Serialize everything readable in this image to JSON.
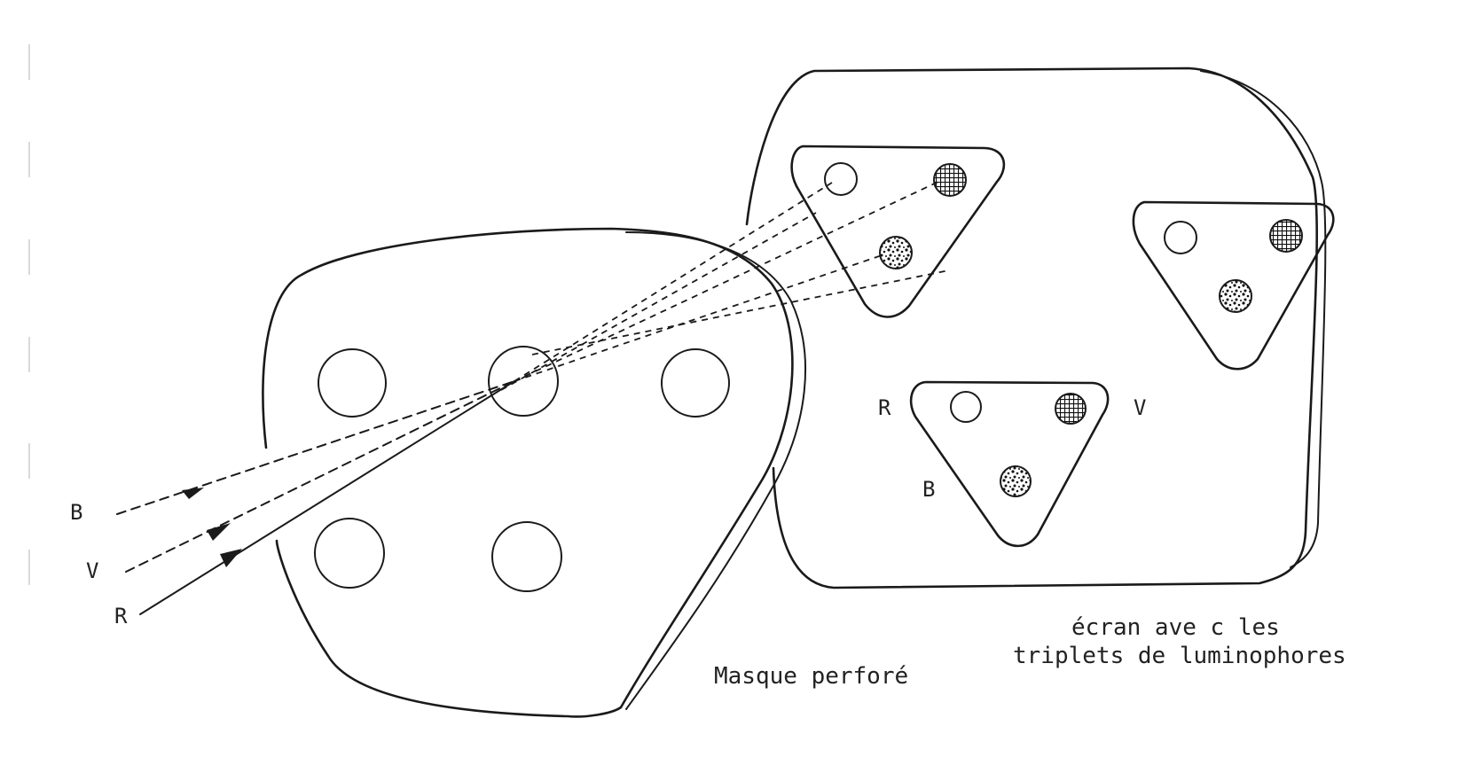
{
  "labels": {
    "beam_b": "B",
    "beam_v": "V",
    "beam_r": "R",
    "triplet_r": "R",
    "triplet_v": "V",
    "triplet_b": "B"
  },
  "captions": {
    "mask": "Masque perforé",
    "screen_line1": "écran ave c les",
    "screen_line2": "triplets de luminophores"
  },
  "colors": {
    "ink": "#1a1a1a",
    "paper": "#ffffff"
  }
}
